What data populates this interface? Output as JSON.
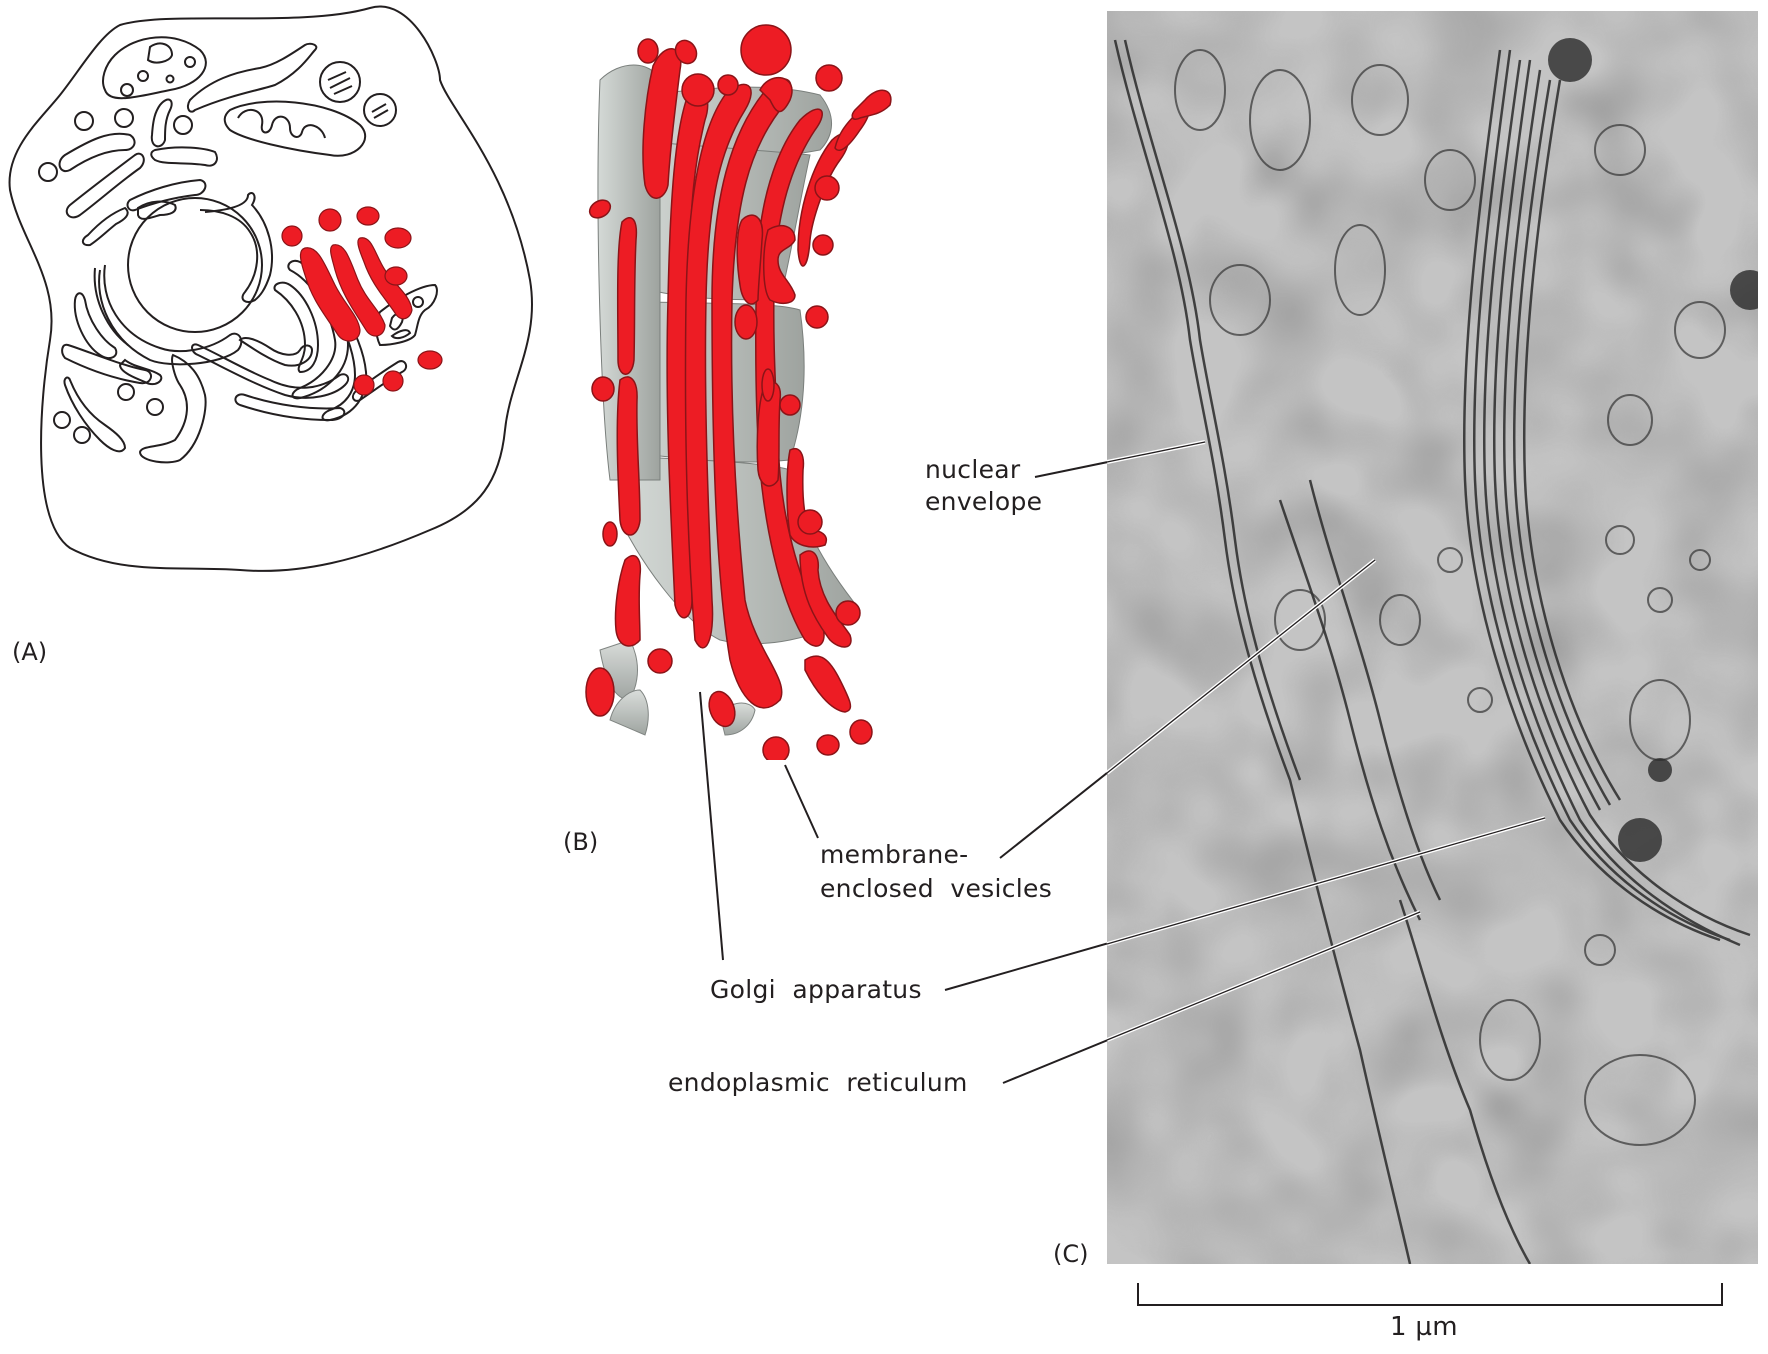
{
  "figure": {
    "panels": [
      {
        "id": "A",
        "label": "(A)",
        "description": "Schematic animal cell with Golgi apparatus highlighted in red"
      },
      {
        "id": "B",
        "label": "(B)",
        "description": "3D drawing of Golgi stack with membrane-enclosed vesicles"
      },
      {
        "id": "C",
        "label": "(C)",
        "description": "Electron micrograph of Golgi apparatus"
      }
    ],
    "labels": {
      "nuclear_envelope_line1": "nuclear",
      "nuclear_envelope_line2": "envelope",
      "vesicles_line1": "membrane-",
      "vesicles_line2": "enclosed  vesicles",
      "golgi": "Golgi  apparatus",
      "er": "endoplasmic  reticulum"
    },
    "scale_bar": {
      "label": "1 µm"
    },
    "colors": {
      "golgi_red": "#ed1c24",
      "golgi_outline": "#8b1418",
      "cisterna_gray": "#c8cdca",
      "line": "#231f20"
    }
  }
}
